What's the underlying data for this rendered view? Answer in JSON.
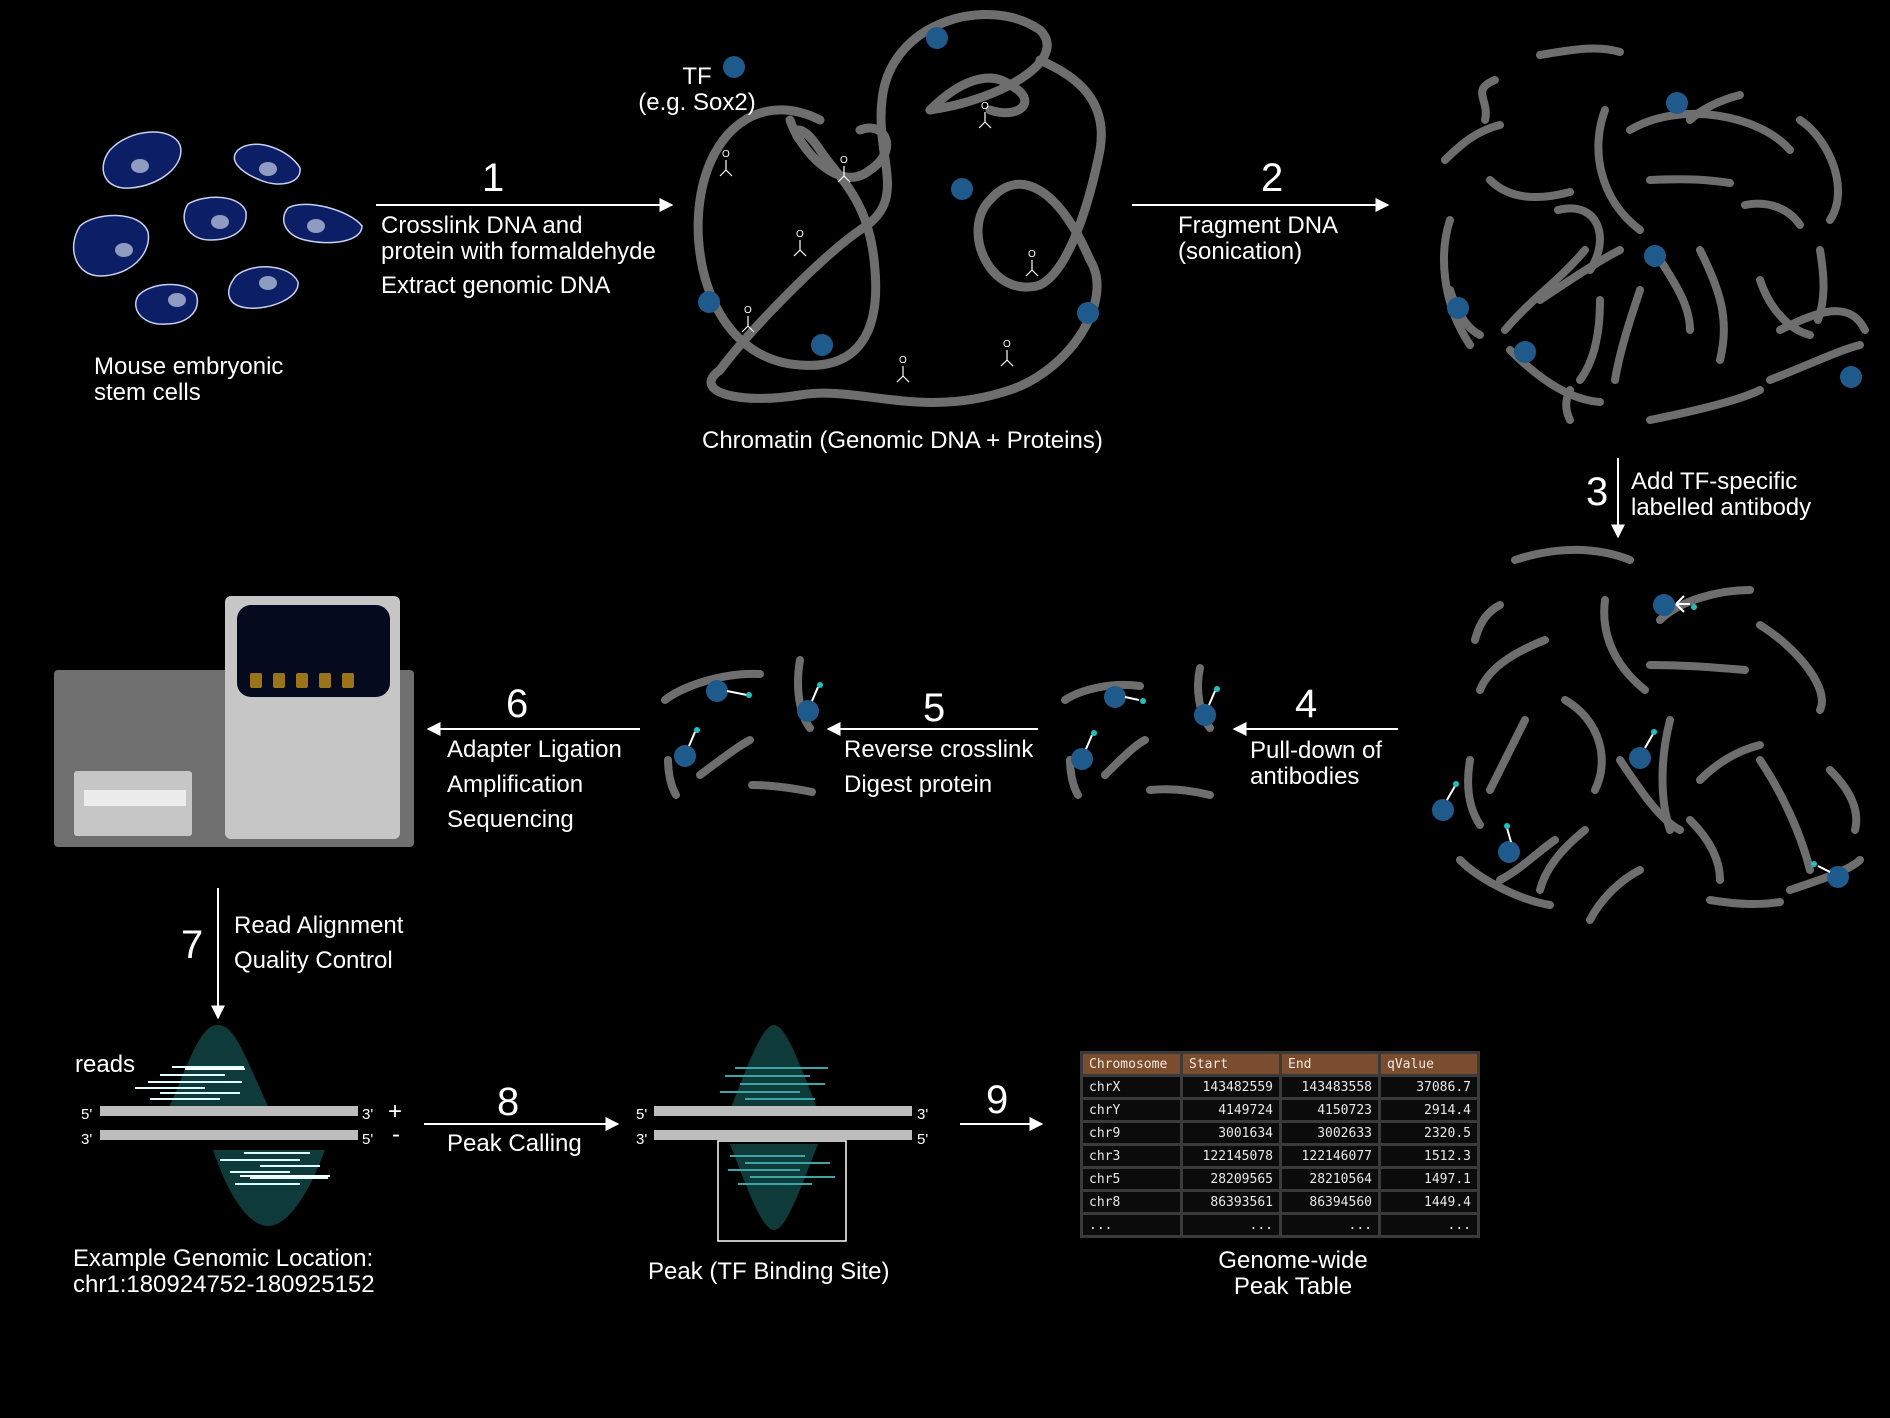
{
  "labels": {
    "cells": [
      "Mouse embryonic",
      "stem cells"
    ],
    "tf": [
      "TF",
      "(e.g. Sox2)"
    ],
    "chromatin": "Chromatin (Genomic DNA + Proteins)",
    "reads": "reads",
    "location": [
      "Example Genomic Location:",
      "chr1:180924752-180925152"
    ],
    "peak": "Peak (TF Binding Site)",
    "table_caption": [
      "Genome-wide",
      "Peak Table"
    ],
    "strand_plus": "+",
    "strand_minus": "-",
    "five_prime": "5'",
    "three_prime": "3'"
  },
  "steps": [
    {
      "num": "1",
      "lines": [
        "Crosslink DNA and",
        "protein with formaldehyde",
        "Extract genomic DNA"
      ]
    },
    {
      "num": "2",
      "lines": [
        "Fragment DNA",
        "(sonication)"
      ]
    },
    {
      "num": "3",
      "lines": [
        "Add TF-specific",
        "labelled antibody"
      ]
    },
    {
      "num": "4",
      "lines": [
        "Pull-down of",
        "antibodies"
      ]
    },
    {
      "num": "5",
      "lines": [
        "Reverse crosslink",
        "Digest protein"
      ]
    },
    {
      "num": "6",
      "lines": [
        "Adapter Ligation",
        "Amplification",
        "Sequencing"
      ]
    },
    {
      "num": "7",
      "lines": [
        "Read Alignment",
        "Quality Control"
      ]
    },
    {
      "num": "8",
      "lines": [
        "Peak Calling"
      ]
    },
    {
      "num": "9",
      "lines": []
    }
  ],
  "formaldehyde_atoms": {
    "o": "O",
    "h": "H"
  },
  "table": {
    "columns": [
      "Chromosome",
      "Start",
      "End",
      "qValue"
    ],
    "rows": [
      [
        "chrX",
        "143482559",
        "143483558",
        "37086.7"
      ],
      [
        "chrY",
        "4149724",
        "4150723",
        "2914.4"
      ],
      [
        "chr9",
        "3001634",
        "3002633",
        "2320.5"
      ],
      [
        "chr3",
        "122145078",
        "122146077",
        "1512.3"
      ],
      [
        "chr5",
        "28209565",
        "28210564",
        "1497.1"
      ],
      [
        "chr8",
        "86393561",
        "86394560",
        "1449.4"
      ],
      [
        "...",
        "...",
        "...",
        "..."
      ]
    ]
  },
  "colors": {
    "background": "#000000",
    "dna": "#6e6e6e",
    "tf_protein": "#1f5a8c",
    "cell_fill": "#0c1f66",
    "antibody_tip": "#19c3c3",
    "read_teal": "#1a4a4a",
    "table_header": "#7a4d2e"
  }
}
